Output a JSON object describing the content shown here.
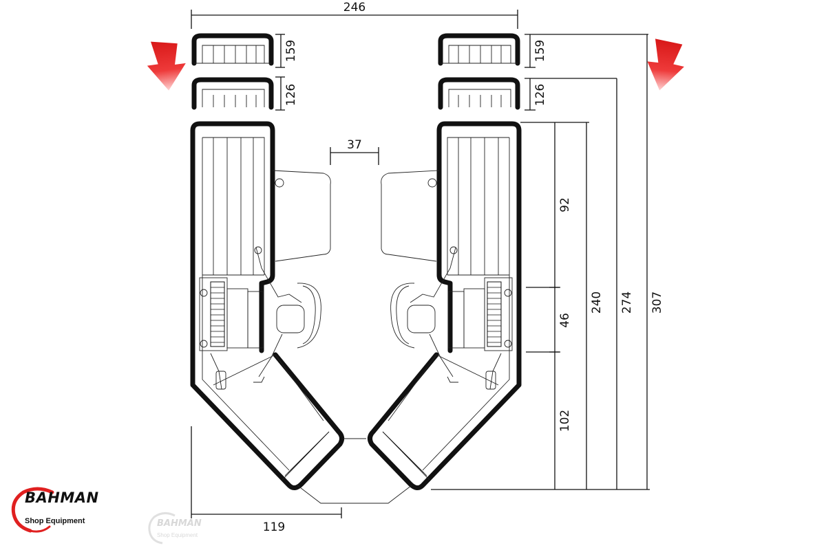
{
  "dimensions": {
    "overall_width": "246",
    "gap": "37",
    "top_unit_1": "159",
    "top_unit_2": "126",
    "right_top_unit_1": "159",
    "right_top_unit_2": "126",
    "segment_upper": "92",
    "segment_middle": "46",
    "segment_lower": "102",
    "height_240": "240",
    "height_274": "274",
    "height_307": "307",
    "bottom_width": "119"
  },
  "brand": {
    "name": "BAHMAN",
    "tagline": "Shop Equipment",
    "watermark_name": "BAHMAN",
    "watermark_tagline": "Shop Equipment",
    "accent_color": "#e02020"
  },
  "icons": {
    "left_arrow": "arrow-down-icon",
    "right_arrow": "arrow-down-icon"
  }
}
